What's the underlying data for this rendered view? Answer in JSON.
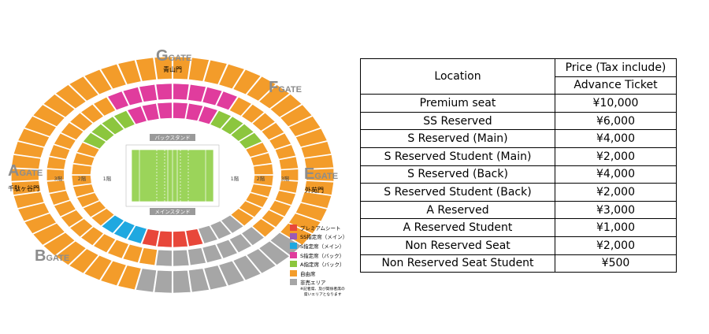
{
  "gates": {
    "g": {
      "letter": "G",
      "word": "GATE",
      "sub": "青山門"
    },
    "f": {
      "letter": "F",
      "word": "GATE"
    },
    "a": {
      "letter": "A",
      "word": "GATE",
      "sub": "千駄ヶ谷門"
    },
    "e": {
      "letter": "E",
      "word": "GATE",
      "sub": "外苑門"
    },
    "b": {
      "letter": "B",
      "word": "GATE"
    }
  },
  "stands": {
    "back": "バックスタンド",
    "main": "メインスタンド"
  },
  "floors": {
    "one": "1階",
    "two": "2階",
    "three": "3階"
  },
  "legend": {
    "items": [
      {
        "label": "プレミアムシート",
        "color": "#e8473a"
      },
      {
        "label": "SS指定席（メイン）",
        "color": "#9b59b6"
      },
      {
        "label": "S指定席（メイン）",
        "color": "#1fa8e0"
      },
      {
        "label": "S指定席（バック）",
        "color": "#e03c9d"
      },
      {
        "label": "A指定席（バック）",
        "color": "#8cc63e"
      },
      {
        "label": "自由席",
        "color": "#f39c2a"
      },
      {
        "label": "非売エリア",
        "color": "#a6a6a6"
      }
    ],
    "note_1": "※記者席、及び関係者席の",
    "note_2": "　席いエリアとなります"
  },
  "colors": {
    "orange": "#f39c2a",
    "pink": "#e03c9d",
    "green": "#8cc63e",
    "gray": "#a6a6a6",
    "red": "#e8473a",
    "blue": "#1fa8e0",
    "purple": "#9b59b6",
    "gate_text": "#8c8c8c",
    "pitch": "#9bd45a"
  },
  "table": {
    "header": {
      "location": "Location",
      "price": "Price (Tax include)",
      "advance": "Advance Ticket"
    },
    "rows": [
      {
        "location": "Premium seat",
        "price": "¥10,000"
      },
      {
        "location": "SS Reserved",
        "price": "¥6,000"
      },
      {
        "location": "S Reserved (Main)",
        "price": "¥4,000"
      },
      {
        "location": "S Reserved Student (Main)",
        "price": "¥2,000"
      },
      {
        "location": "S Reserved (Back)",
        "price": "¥4,000"
      },
      {
        "location": "S Reserved Student (Back)",
        "price": "¥2,000"
      },
      {
        "location": "A Reserved",
        "price": "¥3,000"
      },
      {
        "location": "A Reserved Student",
        "price": "¥1,000"
      },
      {
        "location": "Non Reserved Seat",
        "price": "¥2,000"
      },
      {
        "location": "Non Reserved Seat Student",
        "price": "¥500"
      }
    ]
  }
}
